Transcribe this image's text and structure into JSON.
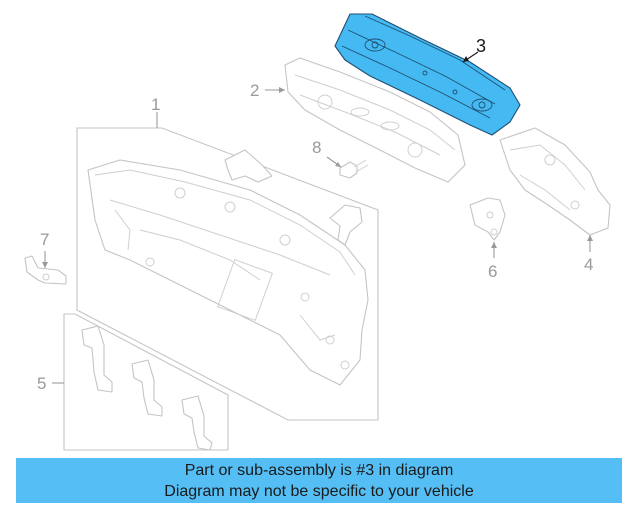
{
  "diagram": {
    "callouts": {
      "c1": "1",
      "c2": "2",
      "c3": "3",
      "c4": "4",
      "c5": "5",
      "c6": "6",
      "c7": "7",
      "c8": "8"
    },
    "highlighted_part": "3",
    "highlight_color": "#45b9f2"
  },
  "banner": {
    "line1": "Part or sub-assembly is #3 in diagram",
    "line2": "Diagram may not be specific to your vehicle",
    "background": "#55bff5"
  }
}
